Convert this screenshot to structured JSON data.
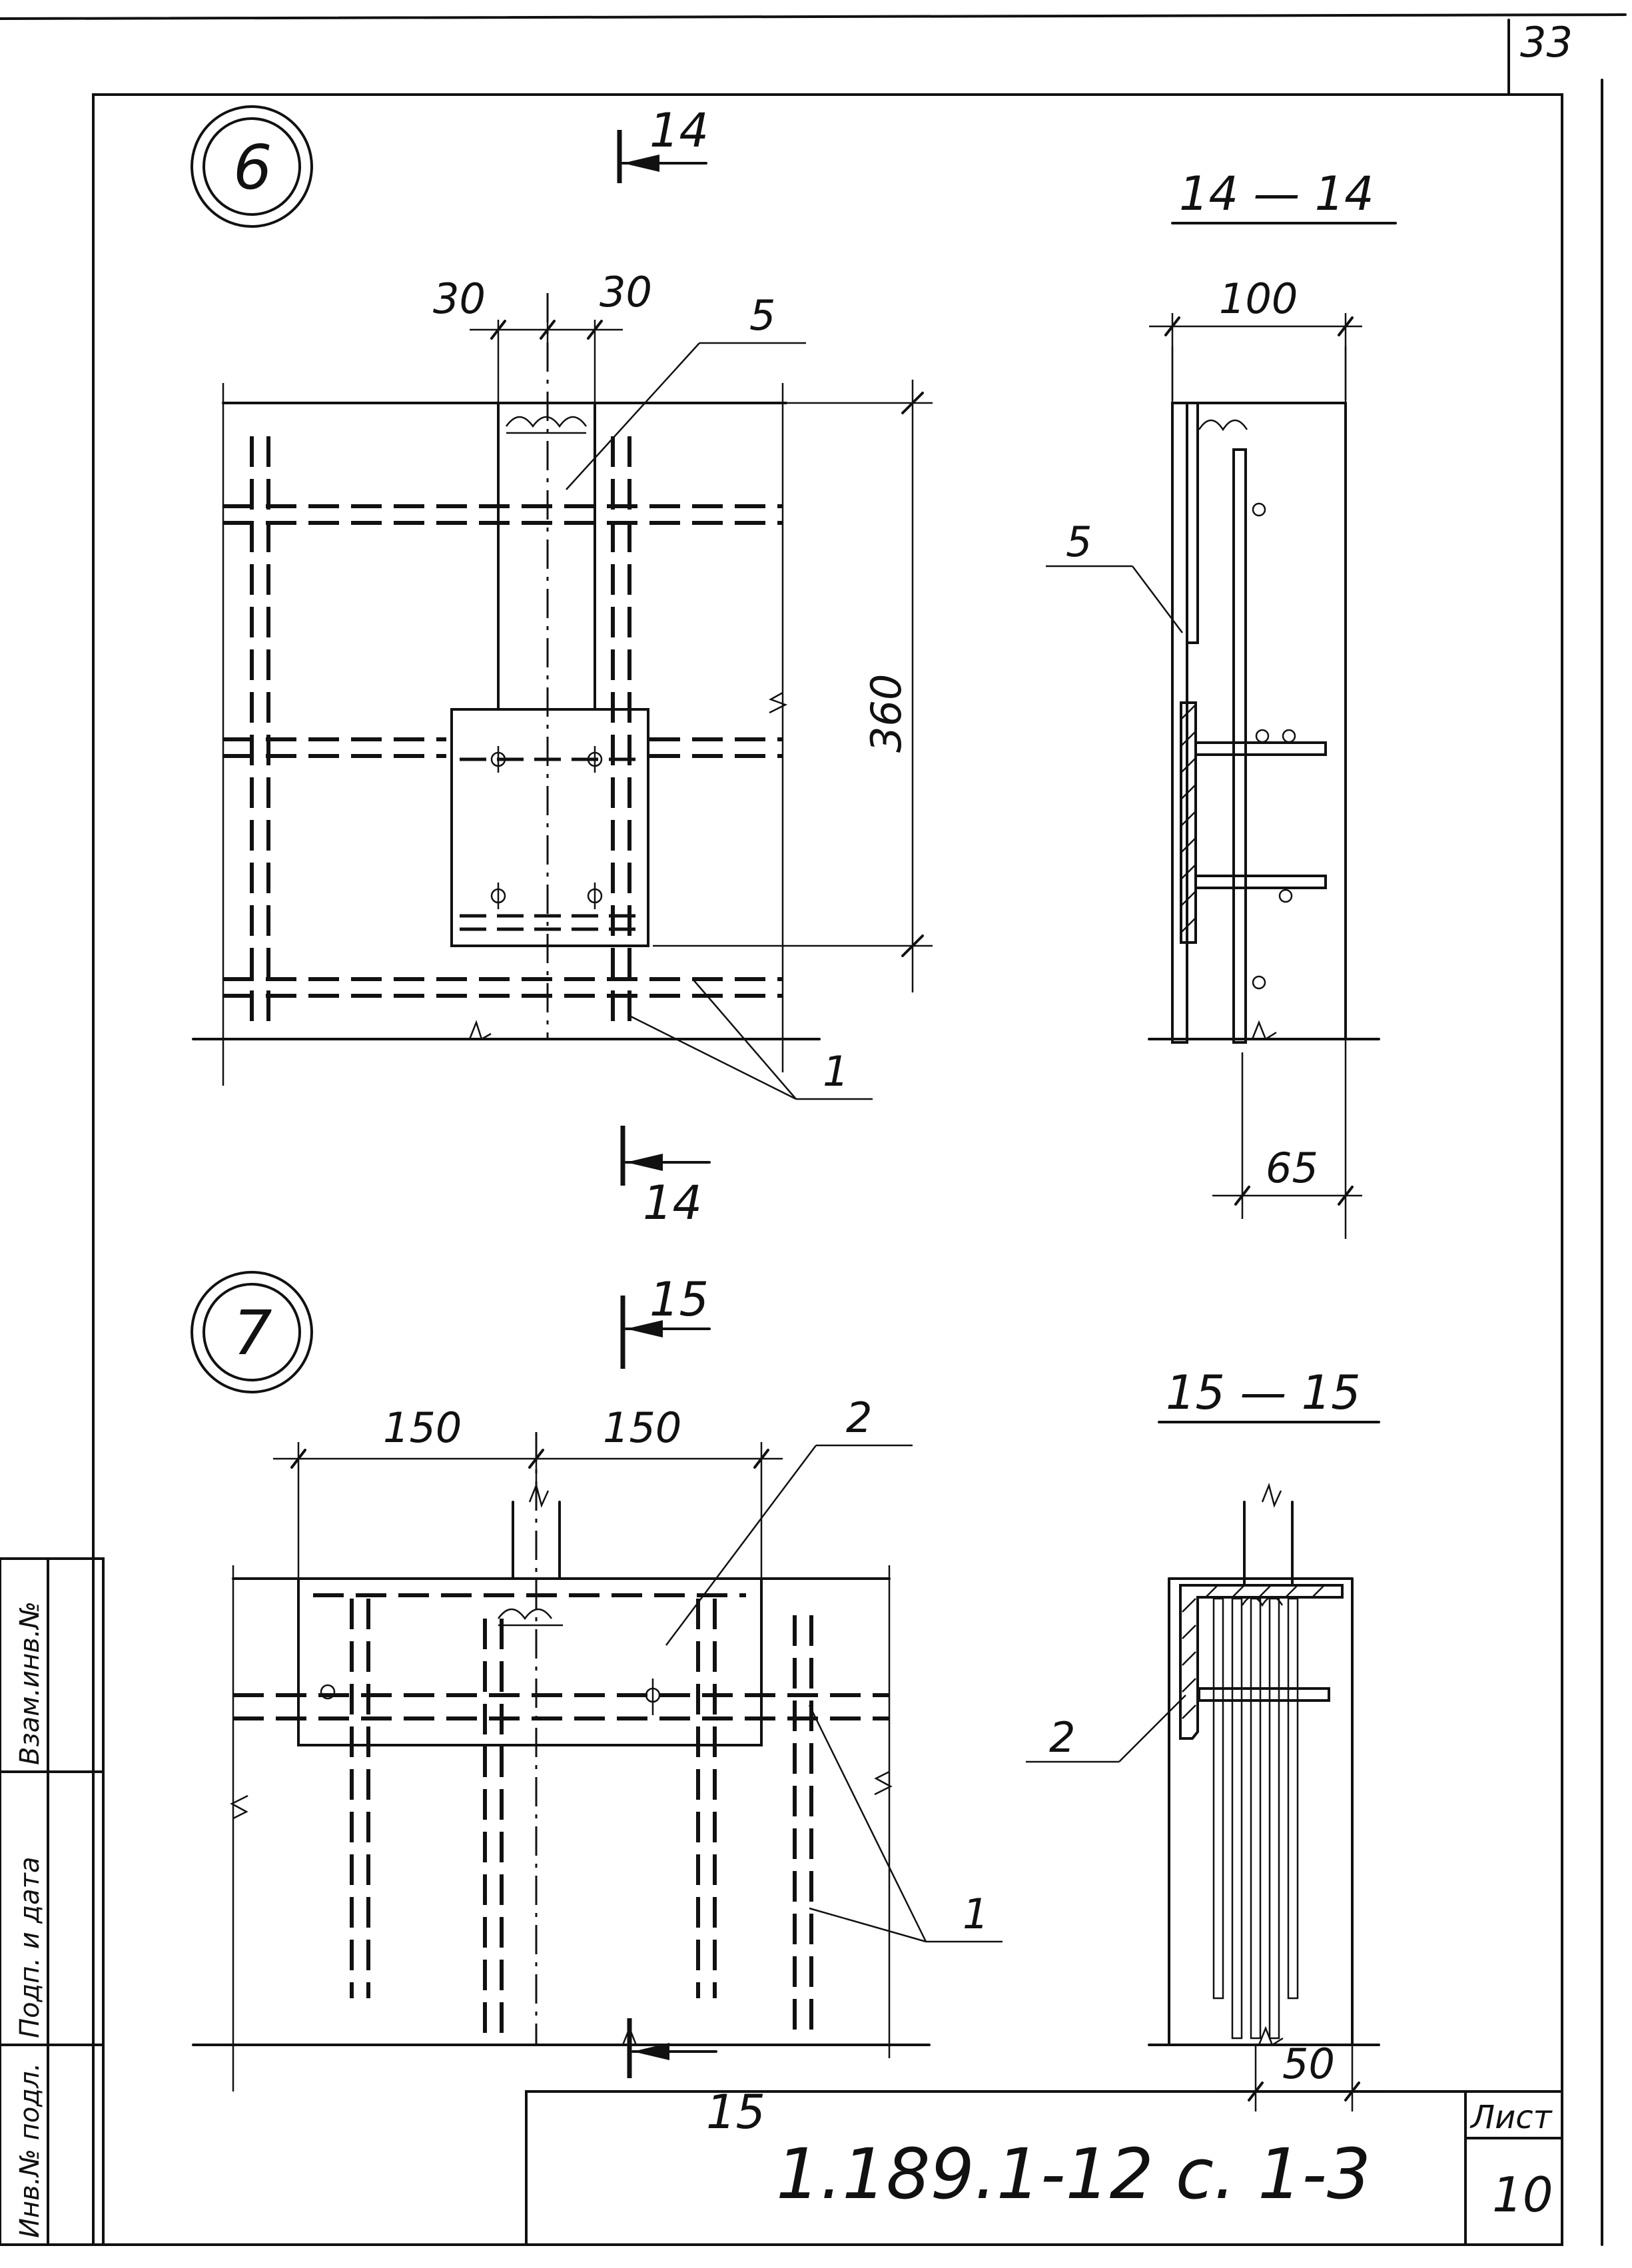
{
  "sheet": {
    "page_number": "33",
    "document_code": "1.189.1-12 с. 1-3",
    "sheet_label": "Лист",
    "sheet_number": "10",
    "side_stamp": {
      "inv_no": "Инв.№ подл.",
      "signature_date": "Подп. и дата",
      "replaces_inv": "Взам.инв.№"
    }
  },
  "node6": {
    "number": "6",
    "section_mark_top": "14",
    "section_mark_bottom": "14",
    "dims": {
      "left": "30",
      "right": "30",
      "height": "360"
    },
    "callouts": {
      "plate": "5",
      "bars": "1"
    }
  },
  "section14": {
    "title": "14 — 14",
    "dims": {
      "width": "100",
      "offset": "65"
    },
    "callouts": {
      "plate": "5"
    }
  },
  "node7": {
    "number": "7",
    "section_mark_top": "15",
    "section_mark_bottom": "15",
    "dims": {
      "left": "150",
      "right": "150"
    },
    "callouts": {
      "plate": "2",
      "bars": "1"
    }
  },
  "section15": {
    "title": "15 — 15",
    "dims": {
      "offset": "50"
    },
    "callouts": {
      "angle": "2"
    }
  }
}
